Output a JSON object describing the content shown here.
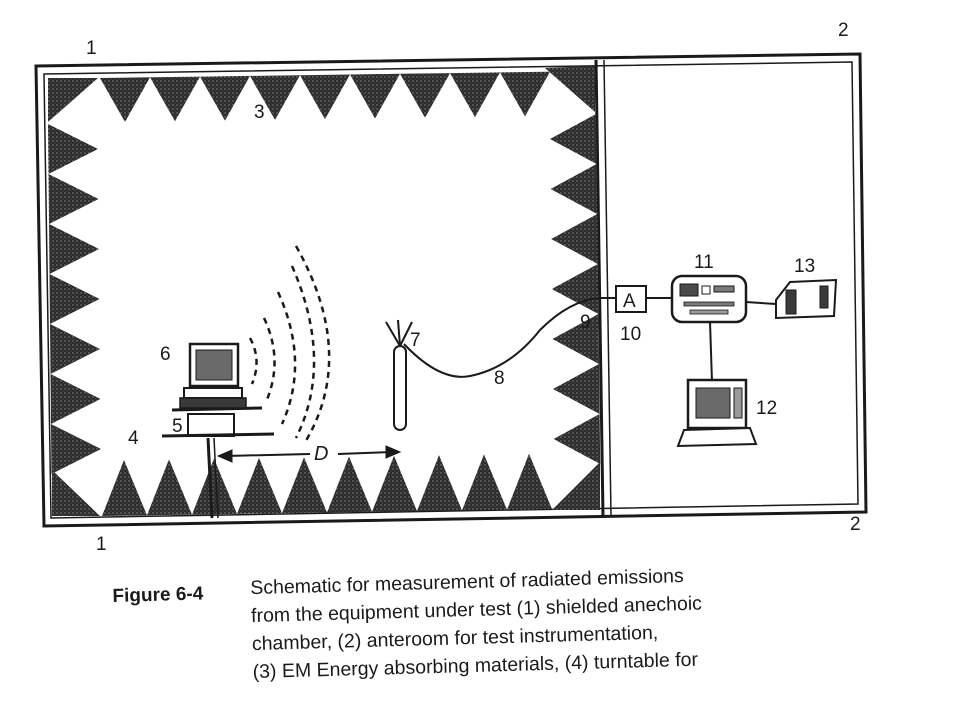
{
  "diagram": {
    "labels": {
      "chamber_top": "1",
      "chamber_bottom": "1",
      "anteroom_top": "2",
      "anteroom_bottom": "2",
      "absorber": "3",
      "turntable": "4",
      "support": "5",
      "eut": "6",
      "antenna": "7",
      "cable": "8",
      "feedthrough": "9",
      "amplifier_num": "10",
      "receiver": "11",
      "computer": "12",
      "printer": "13",
      "amplifier_box": "A",
      "distance": "D"
    }
  },
  "caption": {
    "figure_label": "Figure 6-4",
    "lines": [
      "Schematic for measurement of radiated emissions",
      "from the equipment under test (1) shielded anechoic",
      "chamber, (2) anteroom for test instrumentation,",
      "(3) EM Energy absorbing materials, (4) turntable for"
    ]
  }
}
